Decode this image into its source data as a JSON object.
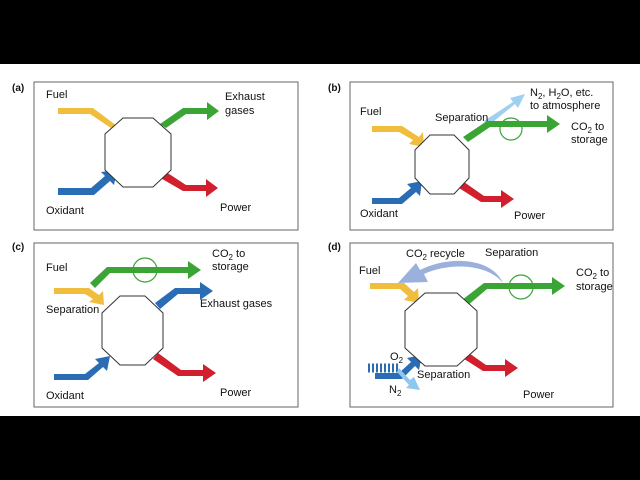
{
  "colors": {
    "background": "#000000",
    "content_bg": "#ffffff",
    "fuel": "#f0be3c",
    "oxidant": "#2a6db5",
    "exhaust": "#3aa535",
    "power": "#d21f2e",
    "vent": "#9fd0f0",
    "recycle": "#9bb0dd",
    "n2": "#8ec8ef",
    "octagon_stroke": "#333333",
    "panel_stroke": "#666666"
  },
  "panels": {
    "a": {
      "label": "(a)",
      "fuel": "Fuel",
      "oxidant": "Oxidant",
      "exhaust_line1": "Exhaust",
      "exhaust_line2": "gases",
      "power": "Power"
    },
    "b": {
      "label": "(b)",
      "fuel": "Fuel",
      "oxidant": "Oxidant",
      "separation": "Separation",
      "vent_n": "N",
      "vent_n_sub": "2",
      "vent_sep1": ", H",
      "vent_h_sub": "2",
      "vent_rest": "O, etc.",
      "vent_line2": "to atmosphere",
      "co2_main": "CO",
      "co2_sub": "2",
      "co2_to": " to",
      "co2_line2": "storage",
      "power": "Power"
    },
    "c": {
      "label": "(c)",
      "fuel": "Fuel",
      "separation": "Separation",
      "oxidant": "Oxidant",
      "co2_main": "CO",
      "co2_sub": "2",
      "co2_to": " to",
      "co2_line2": "storage",
      "exhaust": "Exhaust gases",
      "power": "Power"
    },
    "d": {
      "label": "(d)",
      "fuel": "Fuel",
      "recycle_main": "CO",
      "recycle_sub": "2",
      "recycle_rest": " recycle",
      "separation_top": "Separation",
      "co2_main": "CO",
      "co2_sub": "2",
      "co2_to": " to",
      "co2_line2": "storage",
      "o2_main": "O",
      "o2_sub": "2",
      "separation_bottom": "Separation",
      "n2_main": "N",
      "n2_sub": "2",
      "power": "Power"
    }
  }
}
